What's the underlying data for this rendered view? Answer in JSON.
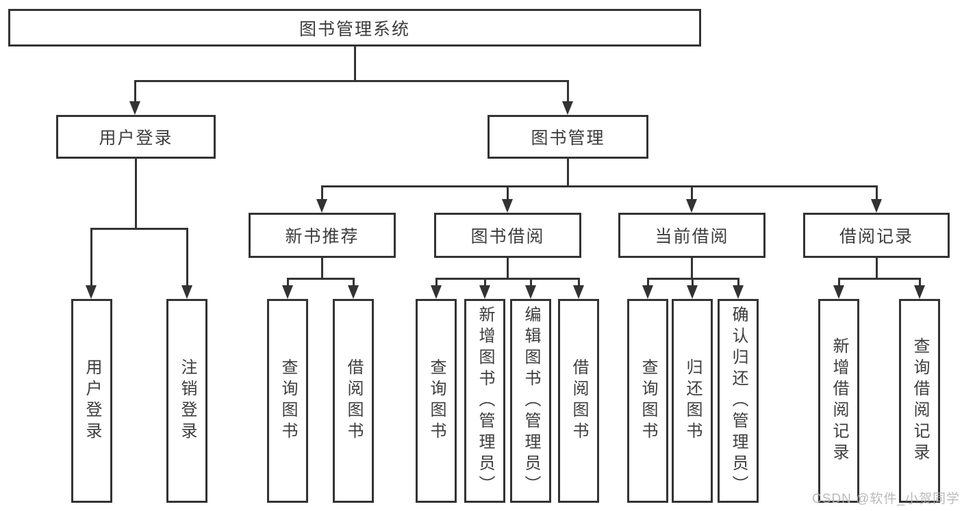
{
  "root": {
    "label": "图书管理系统"
  },
  "branches": [
    {
      "label": "用户登录",
      "leaves": [
        "用户登录",
        "注销登录"
      ]
    },
    {
      "label": "图书管理",
      "children": [
        {
          "label": "新书推荐",
          "leaves": [
            "查询图书",
            "借阅图书"
          ]
        },
        {
          "label": "图书借阅",
          "leaves": [
            "查询图书",
            "新增图书（管理员）",
            "编辑图书（管理员）",
            "借阅图书"
          ]
        },
        {
          "label": "当前借阅",
          "leaves": [
            "查询图书",
            "归还图书",
            "确认归还（管理员）"
          ]
        },
        {
          "label": "借阅记录",
          "leaves": [
            "新增借阅记录",
            "查询借阅记录"
          ]
        }
      ]
    }
  ],
  "watermark": "CSDN @软件_小贺同学",
  "colors": {
    "line": "#333333",
    "text": "#3d3d3d",
    "background": "#ffffff",
    "watermark": "#b2b2b2"
  }
}
